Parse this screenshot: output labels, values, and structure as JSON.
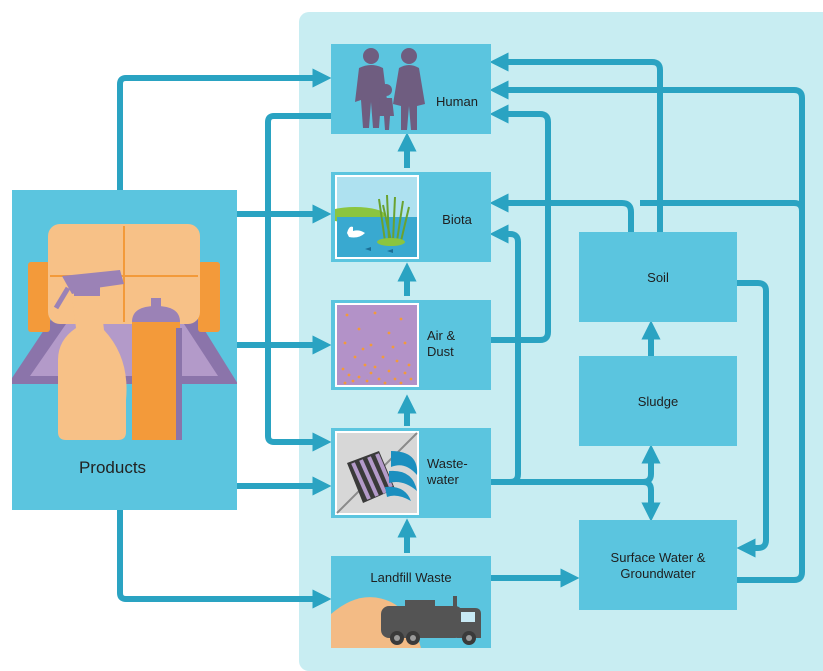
{
  "nodes": {
    "products": "Products",
    "human": "Human",
    "biota": "Biota",
    "air_dust": "Air &\nDust",
    "wastewater": "Waste-\nwater",
    "landfill": "Landfill Waste",
    "soil": "Soil",
    "sludge": "Sludge",
    "surface_water": "Surface Water &\nGroundwater"
  },
  "colors": {
    "node_fill": "#5bc5df",
    "panel_fill": "#c8edf2",
    "arrow": "#2aa3c2",
    "human_silhouette": "#6f5d80",
    "couch": "#f7c187",
    "couch_arms": "#f39a3a",
    "rug": "#9b82b6",
    "spray_bottle": "#f7c187",
    "spray_can": "#f39a3a",
    "dust_bg": "#b392c8",
    "dust_dots": "#f39a3a",
    "truck": "#545454",
    "sand": "#f3bb85"
  },
  "icons": [
    "family-silhouette-icon",
    "pond-with-swan-icon",
    "dust-particles-icon",
    "storm-drain-icon",
    "garbage-truck-icon",
    "couch-spray-bottle-icon"
  ]
}
